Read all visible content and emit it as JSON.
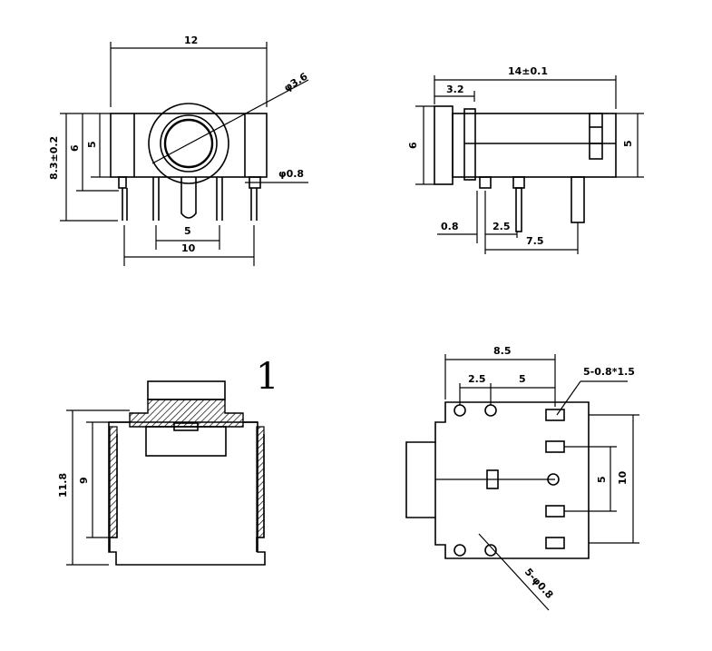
{
  "views": {
    "front": {
      "width": "12",
      "diameter_hole": "φ3.6",
      "height_total": "8.3±0.2",
      "height_body": "6",
      "height_inner": "5",
      "pin_diameter": "φ0.8",
      "pin_spacing_small": "5",
      "pin_spacing_large": "10"
    },
    "side": {
      "length": "14±0.1",
      "offset": "3.2",
      "height_left": "6",
      "height_right": "5",
      "pin_offset": "0.8",
      "pin_pitch": "2.5",
      "pin_span": "7.5"
    },
    "section": {
      "label": "1",
      "height_total": "11.8",
      "height_inner": "9"
    },
    "bottom": {
      "width": "8.5",
      "pitch_a": "2.5",
      "pitch_b": "5",
      "pad_spec": "5-0.8*1.5",
      "height_inner": "5",
      "height_outer": "10",
      "hole_spec": "5-φ0.8"
    }
  }
}
